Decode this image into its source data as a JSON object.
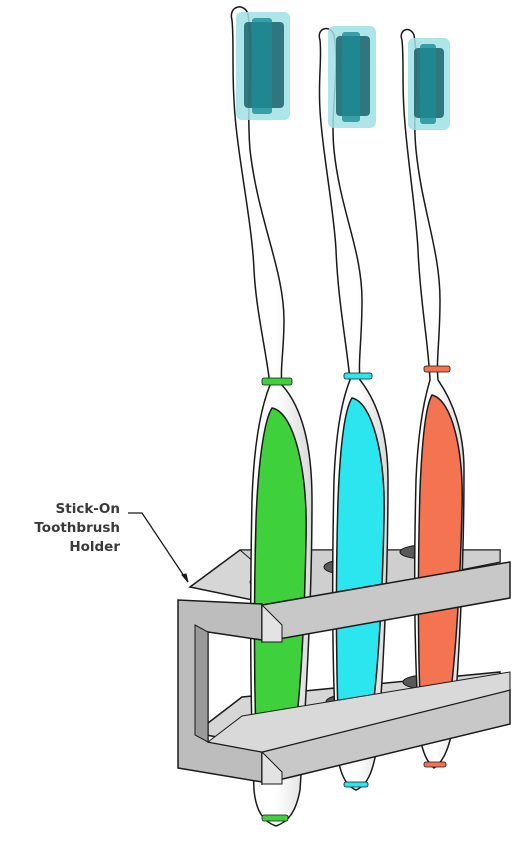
{
  "callout": {
    "lines": [
      "Stick-On",
      "Toothbrush",
      "Holder"
    ]
  },
  "colors": {
    "green": "#3fd13b",
    "cyan": "#2be6ee",
    "orange": "#f47452",
    "bristle_dark": "#0f5a62",
    "bristle_light": "#9fe0e4",
    "holder_fill": "#bdbdbd",
    "holder_light": "#d6d6d6",
    "holder_dark": "#595959",
    "outline": "#1a1a1a"
  },
  "icons": [
    "toothbrush-green",
    "toothbrush-cyan",
    "toothbrush-orange",
    "toothbrush-holder",
    "leader-line"
  ]
}
